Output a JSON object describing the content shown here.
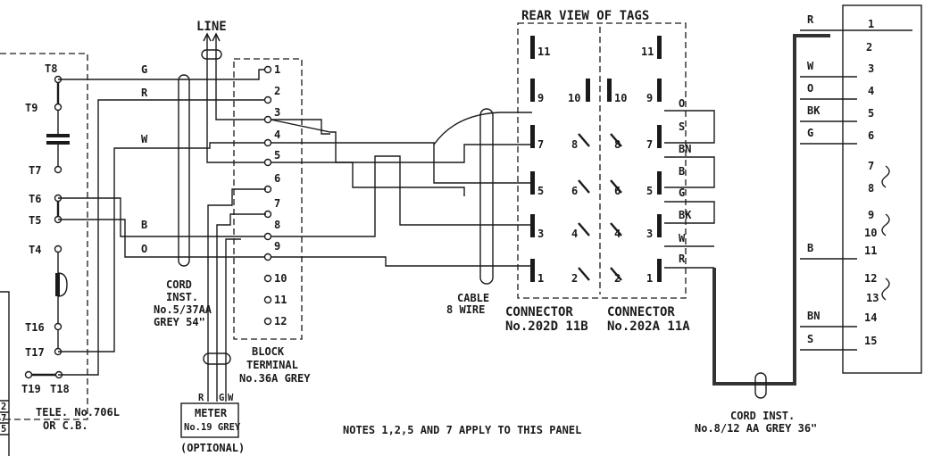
{
  "diagram": {
    "line_label": "LINE",
    "rear_view_label": "REAR VIEW OF TAGS",
    "notes_label": "NOTES 1,2,5 AND 7 APPLY TO THIS PANEL",
    "telephone": {
      "terminals": [
        "T8",
        "T9",
        "T7",
        "T6",
        "T5",
        "T4",
        "T16",
        "T17",
        "T19",
        "T18"
      ],
      "title_line1": "TELE. No.706L",
      "title_line2": "OR  C.B."
    },
    "left_cord": {
      "wire_labels": [
        "G",
        "R",
        "W",
        "B",
        "O"
      ],
      "line1": "CORD",
      "line2": "INST.",
      "line3": "No.5/37AA",
      "line4": "GREY 54\""
    },
    "block_terminal": {
      "terminals": [
        "1",
        "2",
        "3",
        "4",
        "5",
        "6",
        "7",
        "8",
        "9",
        "10",
        "11",
        "12"
      ],
      "line1": "BLOCK",
      "line2": "TERMINAL",
      "line3": "No.36A  GREY"
    },
    "meter": {
      "wire_labels": [
        "R",
        "G",
        "W"
      ],
      "line1": "METER",
      "line2": "No.19 GREY",
      "line3": "(OPTIONAL)"
    },
    "cable": {
      "line1": "CABLE",
      "line2": "8 WIRE"
    },
    "connector_left": {
      "tags": [
        "11",
        "9",
        "10",
        "7",
        "8",
        "5",
        "6",
        "3",
        "4",
        "1",
        "2"
      ],
      "line1": "CONNECTOR",
      "line2": "No.202D 11B"
    },
    "connector_right": {
      "tags": [
        "11",
        "10",
        "9",
        "8",
        "7",
        "6",
        "5",
        "4",
        "3",
        "2",
        "1"
      ],
      "wire_labels": [
        "O",
        "S",
        "BN",
        "B",
        "G",
        "BK",
        "W",
        "R"
      ],
      "line1": "CONNECTOR",
      "line2": "No.202A 11A"
    },
    "right_cord": {
      "line1": "CORD  INST.",
      "line2": "No.8/12 AA GREY 36\""
    },
    "right_terminal": {
      "terminals": [
        "1",
        "2",
        "3",
        "4",
        "5",
        "6",
        "7",
        "8",
        "9",
        "10",
        "11",
        "12",
        "13",
        "14",
        "15"
      ],
      "wire_labels": [
        "R",
        "W",
        "O",
        "BK",
        "G",
        "B",
        "BN",
        "S"
      ]
    },
    "corner_marks": [
      "2",
      "7",
      "5"
    ]
  }
}
